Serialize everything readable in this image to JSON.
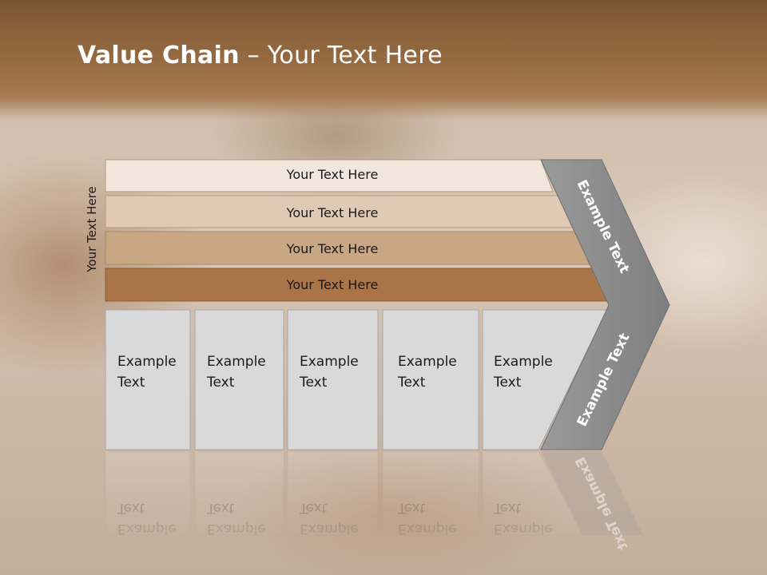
{
  "title": {
    "bold": "Value Chain",
    "rest": " – Your Text Here"
  },
  "side_label": "Your Text Here",
  "bars": [
    {
      "label": "Your Text Here",
      "color": "#f1e7dd"
    },
    {
      "label": "Your Text Here",
      "color": "#e0cab5"
    },
    {
      "label": "Your Text Here",
      "color": "#c9a784"
    },
    {
      "label": "Your Text Here",
      "color": "#a87448"
    }
  ],
  "cells": [
    {
      "line1": "Example",
      "line2": "Text"
    },
    {
      "line1": "Example",
      "line2": "Text"
    },
    {
      "line1": "Example",
      "line2": "Text"
    },
    {
      "line1": "Example",
      "line2": "Text"
    },
    {
      "line1": "Example",
      "line2": "Text"
    }
  ],
  "chevron": {
    "upper": "Example Text",
    "lower": "Example Text",
    "color": "#8c8c8c"
  },
  "colors": {
    "cell": "#d9d9d9",
    "cell_border": "#a6a6a6"
  }
}
